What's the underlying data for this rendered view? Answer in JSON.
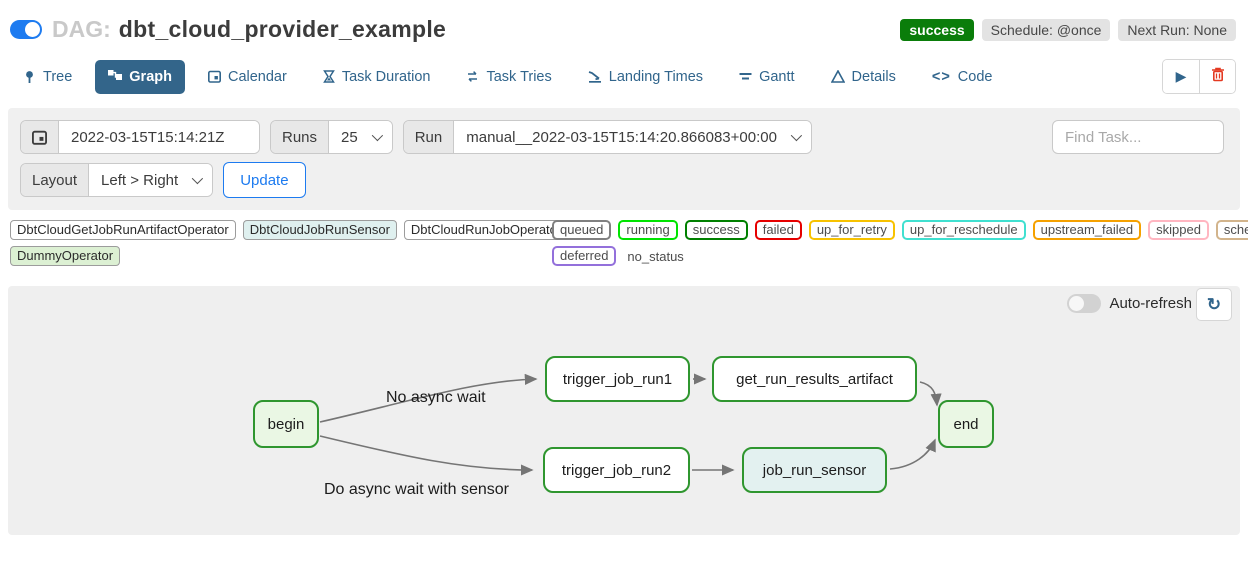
{
  "header": {
    "dag_label": "DAG:",
    "dag_name": "dbt_cloud_provider_example",
    "status": "success",
    "schedule": "Schedule: @once",
    "next_run": "Next Run: None"
  },
  "tabs": [
    {
      "label": "Tree"
    },
    {
      "label": "Graph"
    },
    {
      "label": "Calendar"
    },
    {
      "label": "Task Duration"
    },
    {
      "label": "Task Tries"
    },
    {
      "label": "Landing Times"
    },
    {
      "label": "Gantt"
    },
    {
      "label": "Details"
    },
    {
      "label": "Code"
    }
  ],
  "filters": {
    "base_date_value": "2022-03-15T15:14:21Z",
    "runs_label": "Runs",
    "runs_value": "25",
    "run_label": "Run",
    "run_value": "manual__2022-03-15T15:14:20.866083+00:00",
    "find_task_placeholder": "Find Task...",
    "layout_label": "Layout",
    "layout_value": "Left > Right",
    "update_label": "Update"
  },
  "legend": {
    "operators": [
      {
        "label": "DbtCloudGetJobRunArtifactOperator",
        "color": "#ffffff"
      },
      {
        "label": "DbtCloudJobRunSensor",
        "color": "#dff0ef"
      },
      {
        "label": "DbtCloudRunJobOperator",
        "color": "#ffffff"
      },
      {
        "label": "DummyOperator",
        "color": "#dcf0d3"
      }
    ],
    "statuses": [
      {
        "label": "queued",
        "color": "#808080"
      },
      {
        "label": "running",
        "color": "#00e400"
      },
      {
        "label": "success",
        "color": "#008000"
      },
      {
        "label": "failed",
        "color": "#e60000"
      },
      {
        "label": "up_for_retry",
        "color": "#f7c200"
      },
      {
        "label": "up_for_reschedule",
        "color": "#40e0d0"
      },
      {
        "label": "upstream_failed",
        "color": "#f5a100"
      },
      {
        "label": "skipped",
        "color": "#ffb6c1"
      },
      {
        "label": "scheduled",
        "color": "#d2b48c"
      },
      {
        "label": "deferred",
        "color": "#9370db"
      }
    ],
    "no_status_label": "no_status"
  },
  "graph": {
    "autorefresh_label": "Auto-refresh",
    "nodes": [
      {
        "label": "begin",
        "fill": "#eaf7e4"
      },
      {
        "label": "trigger_job_run1",
        "fill": "#ffffff"
      },
      {
        "label": "get_run_results_artifact",
        "fill": "#ffffff"
      },
      {
        "label": "trigger_job_run2",
        "fill": "#ffffff"
      },
      {
        "label": "job_run_sensor",
        "fill": "#e3f1f0"
      },
      {
        "label": "end",
        "fill": "#eaf7e4"
      }
    ],
    "edge_labels": [
      "No async wait",
      "Do async wait with sensor"
    ]
  },
  "colors": {
    "accent_blue": "#1d7bf0",
    "tab_blue": "#33658a",
    "success_green": "#0a7d0a",
    "node_border_green": "#2f962f"
  }
}
